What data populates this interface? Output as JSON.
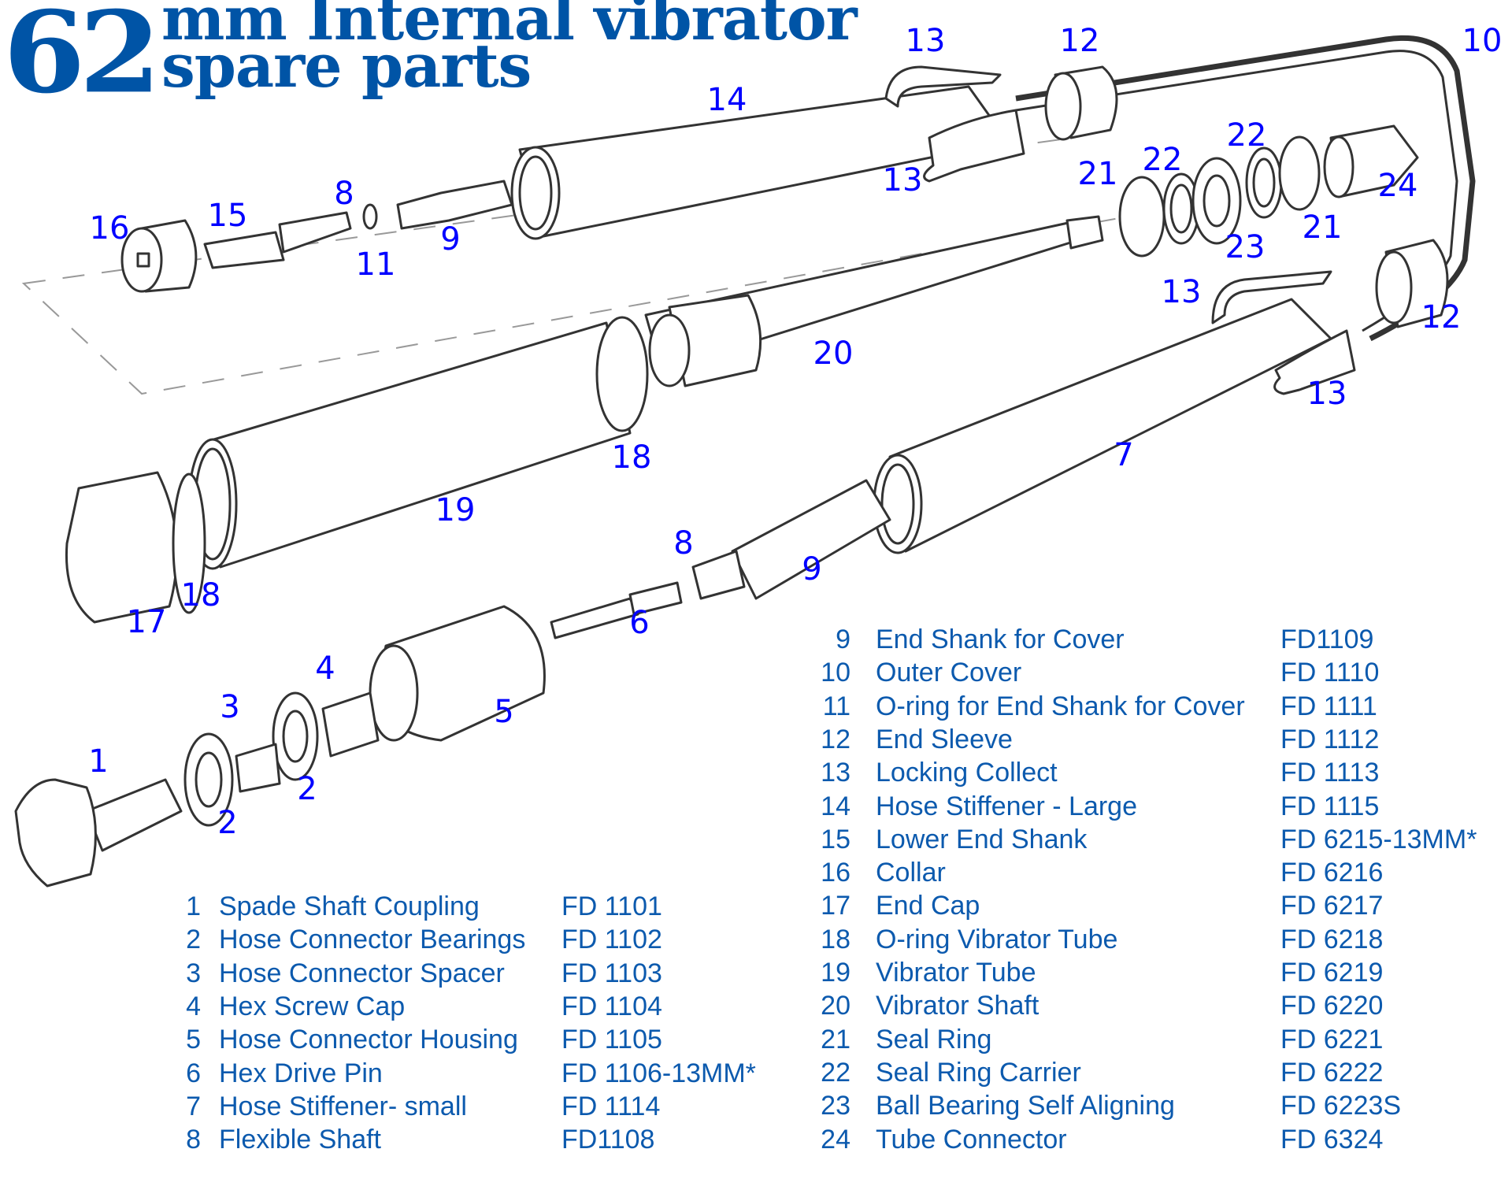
{
  "title": {
    "number": "62",
    "line1": "mm Internal vibrator",
    "line2": "spare parts",
    "color": "#0054A6"
  },
  "colors": {
    "callout": "#0000FF",
    "list_text": "#0C5AAE",
    "line_art": "#333333",
    "guide_dash": "#999999"
  },
  "callouts": [
    {
      "label": "13",
      "part": "locking-collect"
    },
    {
      "label": "12",
      "part": "end-sleeve"
    },
    {
      "label": "10",
      "part": "outer-cover"
    },
    {
      "label": "14",
      "part": "hose-stiffener-large"
    },
    {
      "label": "13",
      "part": "locking-collect"
    },
    {
      "label": "21",
      "part": "seal-ring"
    },
    {
      "label": "22",
      "part": "seal-ring-carrier"
    },
    {
      "label": "22",
      "part": "seal-ring-carrier"
    },
    {
      "label": "24",
      "part": "tube-connector"
    },
    {
      "label": "21",
      "part": "seal-ring"
    },
    {
      "label": "23",
      "part": "ball-bearing"
    },
    {
      "label": "16",
      "part": "collar"
    },
    {
      "label": "15",
      "part": "lower-end-shank"
    },
    {
      "label": "8",
      "part": "flexible-shaft"
    },
    {
      "label": "11",
      "part": "o-ring-end-shank"
    },
    {
      "label": "9",
      "part": "end-shank-for-cover"
    },
    {
      "label": "13",
      "part": "locking-collect"
    },
    {
      "label": "12",
      "part": "end-sleeve"
    },
    {
      "label": "20",
      "part": "vibrator-shaft"
    },
    {
      "label": "13",
      "part": "locking-collect"
    },
    {
      "label": "18",
      "part": "o-ring-vibrator-tube"
    },
    {
      "label": "7",
      "part": "hose-stiffener-small"
    },
    {
      "label": "19",
      "part": "vibrator-tube"
    },
    {
      "label": "18",
      "part": "o-ring-vibrator-tube"
    },
    {
      "label": "17",
      "part": "end-cap"
    },
    {
      "label": "8",
      "part": "flexible-shaft"
    },
    {
      "label": "9",
      "part": "end-shank-for-cover"
    },
    {
      "label": "6",
      "part": "hex-drive-pin"
    },
    {
      "label": "4",
      "part": "hex-screw-cap"
    },
    {
      "label": "3",
      "part": "hose-connector-spacer"
    },
    {
      "label": "5",
      "part": "hose-connector-housing"
    },
    {
      "label": "1",
      "part": "spade-shaft-coupling"
    },
    {
      "label": "2",
      "part": "hose-connector-bearings"
    },
    {
      "label": "2",
      "part": "hose-connector-bearings"
    }
  ],
  "parts_left": [
    {
      "num": "1",
      "name": "Spade Shaft Coupling",
      "code": "FD 1101"
    },
    {
      "num": "2",
      "name": "Hose Connector Bearings",
      "code": "FD 1102"
    },
    {
      "num": "3",
      "name": "Hose Connector Spacer",
      "code": "FD 1103"
    },
    {
      "num": "4",
      "name": "Hex Screw Cap",
      "code": "FD 1104"
    },
    {
      "num": "5",
      "name": "Hose Connector Housing",
      "code": "FD 1105"
    },
    {
      "num": "6",
      "name": "Hex Drive Pin",
      "code": "FD 1106-13MM*"
    },
    {
      "num": "7",
      "name": "Hose Stiffener- small",
      "code": "FD 1114"
    },
    {
      "num": "8",
      "name": "Flexible Shaft",
      "code": "FD1108"
    }
  ],
  "parts_right": [
    {
      "num": "9",
      "name": "End Shank for Cover",
      "code": "FD1109"
    },
    {
      "num": "10",
      "name": "Outer Cover",
      "code": "FD 1110"
    },
    {
      "num": "11",
      "name": "O-ring for End Shank for Cover",
      "code": "FD 1111"
    },
    {
      "num": "12",
      "name": "End Sleeve",
      "code": "FD 1112"
    },
    {
      "num": "13",
      "name": "Locking Collect",
      "code": "FD 1113"
    },
    {
      "num": "14",
      "name": "Hose Stiffener - Large",
      "code": "FD 1115"
    },
    {
      "num": "15",
      "name": "Lower End Shank",
      "code": "FD 6215-13MM*"
    },
    {
      "num": "16",
      "name": "Collar",
      "code": "FD 6216"
    },
    {
      "num": "17",
      "name": "End Cap",
      "code": "FD 6217"
    },
    {
      "num": "18",
      "name": "O-ring Vibrator Tube",
      "code": "FD 6218"
    },
    {
      "num": "19",
      "name": "Vibrator Tube",
      "code": "FD 6219"
    },
    {
      "num": "20",
      "name": "Vibrator Shaft",
      "code": "FD 6220"
    },
    {
      "num": "21",
      "name": "Seal Ring",
      "code": "FD 6221"
    },
    {
      "num": "22",
      "name": "Seal Ring Carrier",
      "code": "FD 6222"
    },
    {
      "num": "23",
      "name": "Ball Bearing Self Aligning",
      "code": "FD 6223S"
    },
    {
      "num": "24",
      "name": "Tube Connector",
      "code": "FD 6324"
    }
  ]
}
